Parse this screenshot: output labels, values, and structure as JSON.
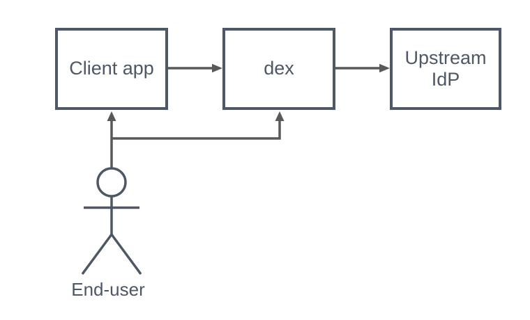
{
  "diagram": {
    "type": "flow-diagram",
    "nodes": [
      {
        "id": "client-app",
        "lines": [
          "Client app"
        ]
      },
      {
        "id": "dex",
        "lines": [
          "dex"
        ]
      },
      {
        "id": "upstream-idp",
        "lines": [
          "Upstream",
          "IdP"
        ]
      }
    ],
    "actor": {
      "id": "end-user",
      "label": "End-user"
    },
    "edges": [
      {
        "from": "client-app",
        "to": "dex",
        "style": "arrow-right"
      },
      {
        "from": "dex",
        "to": "upstream-idp",
        "style": "arrow-right"
      },
      {
        "from": "end-user",
        "to": "client-app",
        "style": "arrow-up"
      },
      {
        "from": "end-user",
        "to": "dex",
        "style": "arrow-up-elbow"
      }
    ],
    "colors": {
      "shape_stroke": "#4d5765",
      "edge_stroke": "#595959",
      "text": "#4d5765",
      "canvas_bg": "#ffffff",
      "node_fill": "#ffffff"
    }
  }
}
